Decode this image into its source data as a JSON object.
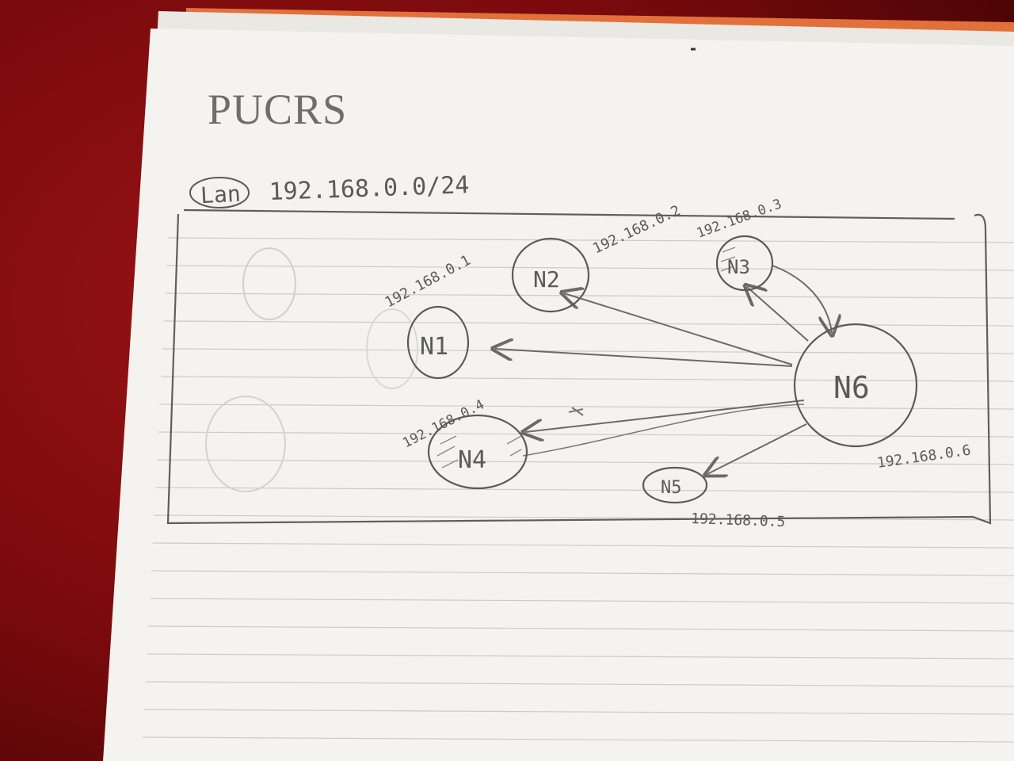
{
  "brand": "PUCRS",
  "network": {
    "tag": "Lan",
    "subnet": "192.168.0.0/24"
  },
  "nodes": [
    {
      "id": "n1",
      "label": "N1",
      "ip": "192.168.0.1"
    },
    {
      "id": "n2",
      "label": "N2",
      "ip": "192.168.0.2"
    },
    {
      "id": "n3",
      "label": "N3",
      "ip": "192.168.0.3"
    },
    {
      "id": "n4",
      "label": "N4",
      "ip": "192.168.0.4"
    },
    {
      "id": "n5",
      "label": "N5",
      "ip": "192.168.0.5"
    },
    {
      "id": "n6",
      "label": "N6",
      "ip": "192.168.0.6"
    }
  ],
  "edges": [
    {
      "from": "n6",
      "to": "n1"
    },
    {
      "from": "n6",
      "to": "n2"
    },
    {
      "from": "n6",
      "to": "n3"
    },
    {
      "from": "n6",
      "to": "n4"
    },
    {
      "from": "n6",
      "to": "n5"
    }
  ],
  "colors": {
    "background": "#7a0a0c",
    "paper": "#f4f3ef",
    "ruled_line": "#c9cbcf",
    "pencil": "#5a5a5a",
    "brand": "#6e6e6e",
    "orange_sheet": "#e2703a"
  }
}
